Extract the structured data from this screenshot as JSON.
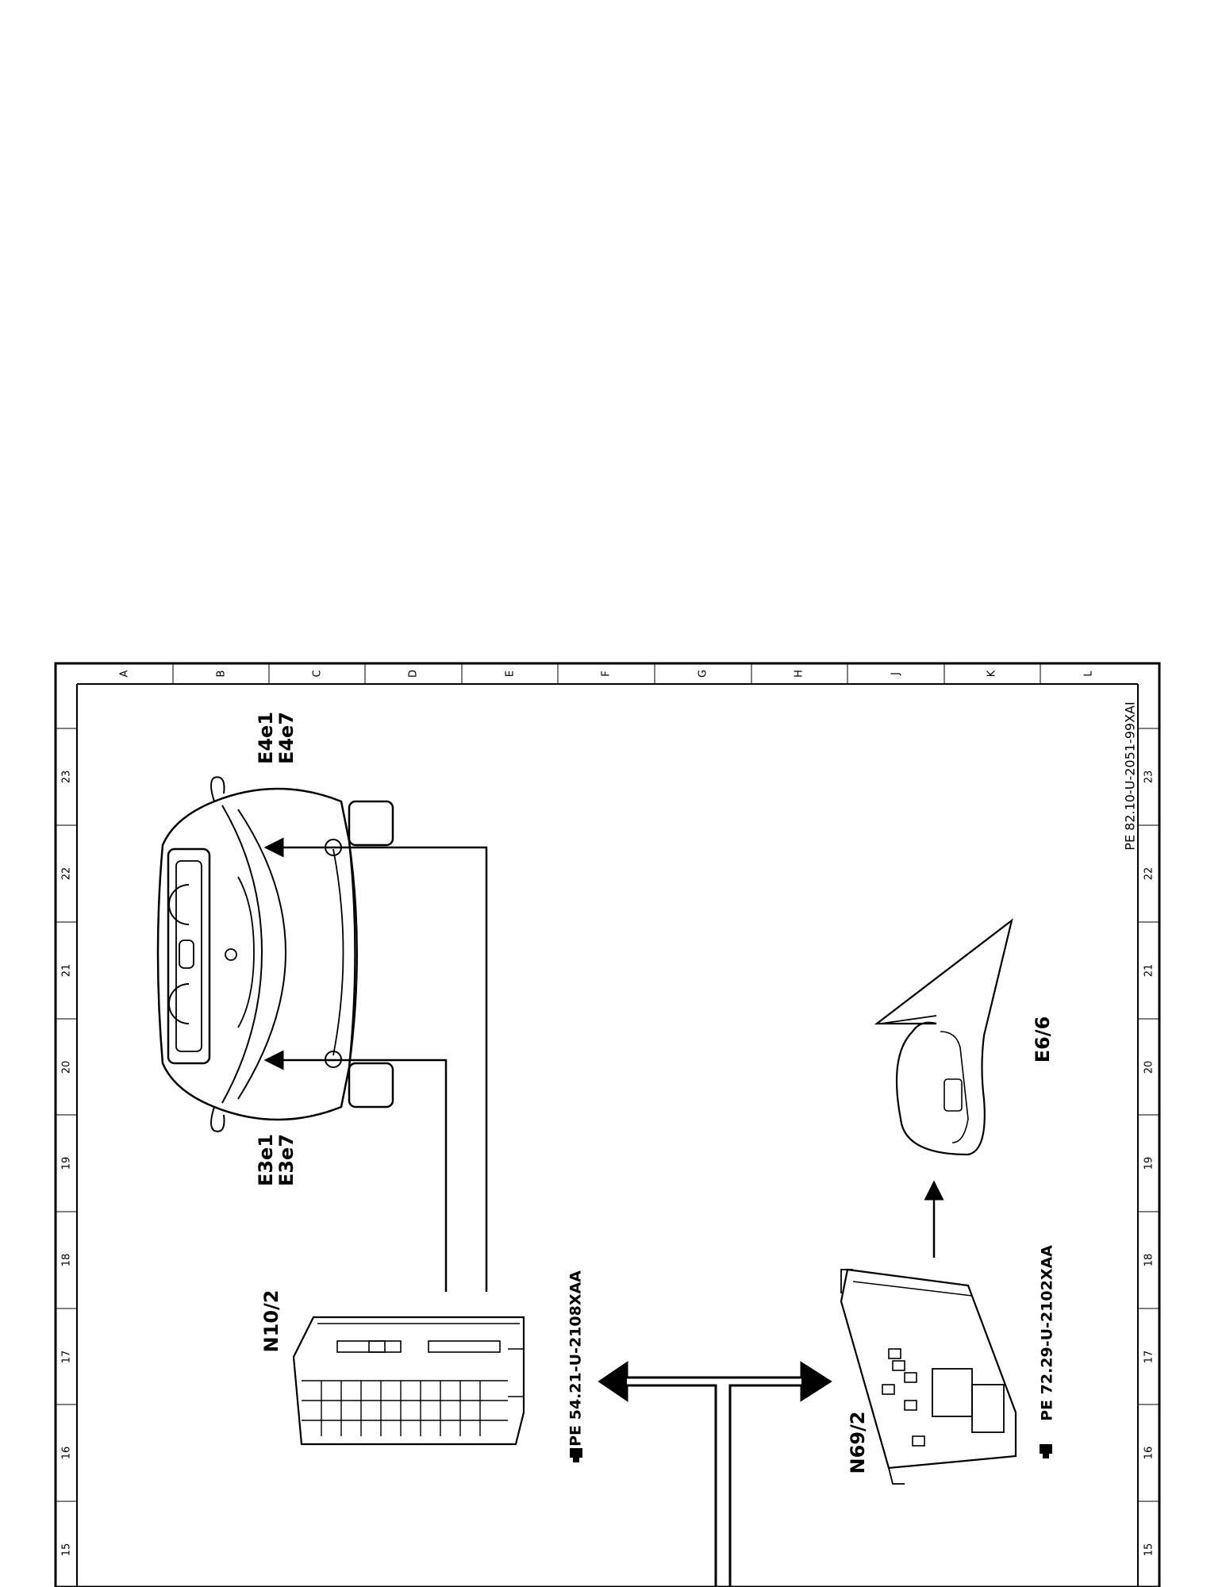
{
  "sheet": {
    "columns": [
      "A",
      "B",
      "C",
      "D",
      "E",
      "F",
      "G",
      "H",
      "J",
      "K",
      "L"
    ],
    "rows": [
      "23",
      "22",
      "21",
      "20",
      "19",
      "18",
      "17",
      "16",
      "15"
    ],
    "document_id": "PE 82.10-U-2051-99XAI"
  },
  "components": {
    "headlamp_left_upper": "E4e1",
    "headlamp_left_lower": "E4e7",
    "headlamp_right_upper": "E3e1",
    "headlamp_right_lower": "E3e7",
    "sam_module": "N10/2",
    "sam_ref": "PE 54.21-U-2108XAA",
    "control_module": "N69/2",
    "control_ref": "PE 72.29-U-2102XAA",
    "mirror": "E6/6"
  },
  "icons": [
    "pointing-hand-icon",
    "car-front-icon",
    "mirror-icon",
    "control-module-icon"
  ]
}
